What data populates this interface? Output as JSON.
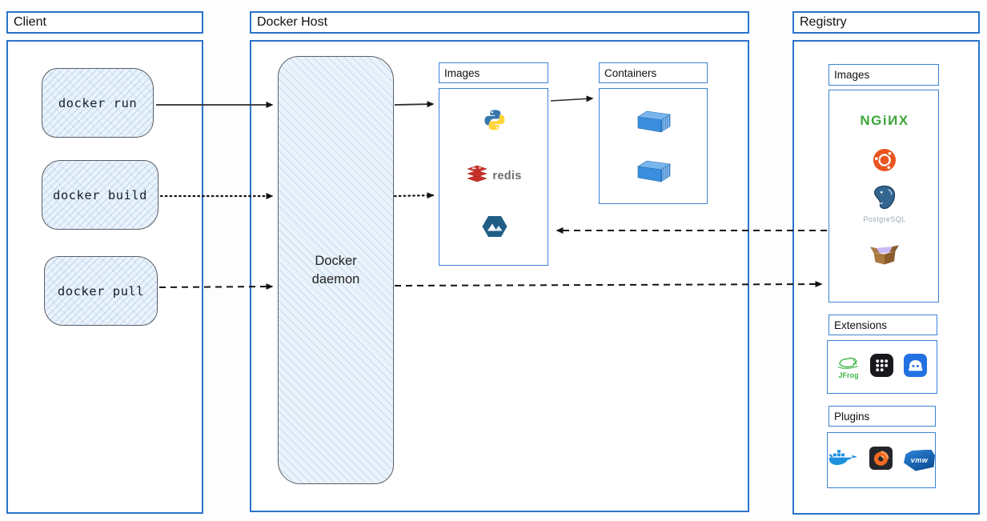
{
  "client": {
    "title": "Client",
    "commands": [
      "docker run",
      "docker build",
      "docker pull"
    ]
  },
  "docker_host": {
    "title": "Docker Host",
    "daemon_label": "Docker daemon",
    "images": {
      "title": "Images",
      "icons": [
        "python-icon",
        "redis-icon",
        "alpine-icon"
      ],
      "redis_label": "redis"
    },
    "containers": {
      "title": "Containers",
      "icons": [
        "container-icon",
        "container-icon"
      ]
    }
  },
  "registry": {
    "title": "Registry",
    "images": {
      "title": "Images",
      "icons": [
        "nginx-logo",
        "ubuntu-icon",
        "postgresql-icon",
        "package-box-icon"
      ],
      "nginx_label": "NGiИX",
      "postgresql_label": "PostgreSQL"
    },
    "extensions": {
      "title": "Extensions",
      "icons": [
        "jfrog-icon",
        "dot-grid-icon",
        "robot-dome-icon"
      ],
      "jfrog_label": "JFrog"
    },
    "plugins": {
      "title": "Plugins",
      "icons": [
        "docker-whale-icon",
        "grafana-icon",
        "vmware-icon"
      ],
      "vmware_label": "vmw"
    }
  },
  "arrows": [
    {
      "from": "docker-run",
      "to": "docker-daemon",
      "style": "solid"
    },
    {
      "from": "docker-build",
      "to": "docker-daemon",
      "style": "dotted"
    },
    {
      "from": "docker-pull",
      "to": "docker-daemon",
      "style": "dashed"
    },
    {
      "from": "docker-daemon",
      "to": "host-images",
      "style": "solid"
    },
    {
      "from": "docker-daemon",
      "to": "host-images",
      "style": "dotted"
    },
    {
      "from": "host-images",
      "to": "host-containers",
      "style": "solid"
    },
    {
      "from": "docker-daemon",
      "to": "registry-images",
      "style": "dashed"
    },
    {
      "from": "registry-images",
      "to": "host-images",
      "style": "dashed"
    }
  ],
  "colors": {
    "panel_border": "#2a73c9",
    "sketch_fill": "#eaf3fb",
    "arrow": "#1a1a1a",
    "nginx_green": "#3da639",
    "redis_red": "#c6302b",
    "ubuntu_orange": "#e95420",
    "container_blue": "#3b8ede",
    "python_blue": "#3776ab",
    "python_yellow": "#ffd43b",
    "alpine_navy": "#205e86",
    "postgres_blue": "#336791",
    "jfrog_green": "#41b649",
    "grafana_orange": "#f26822",
    "vmware_blue": "#0b4c92"
  }
}
